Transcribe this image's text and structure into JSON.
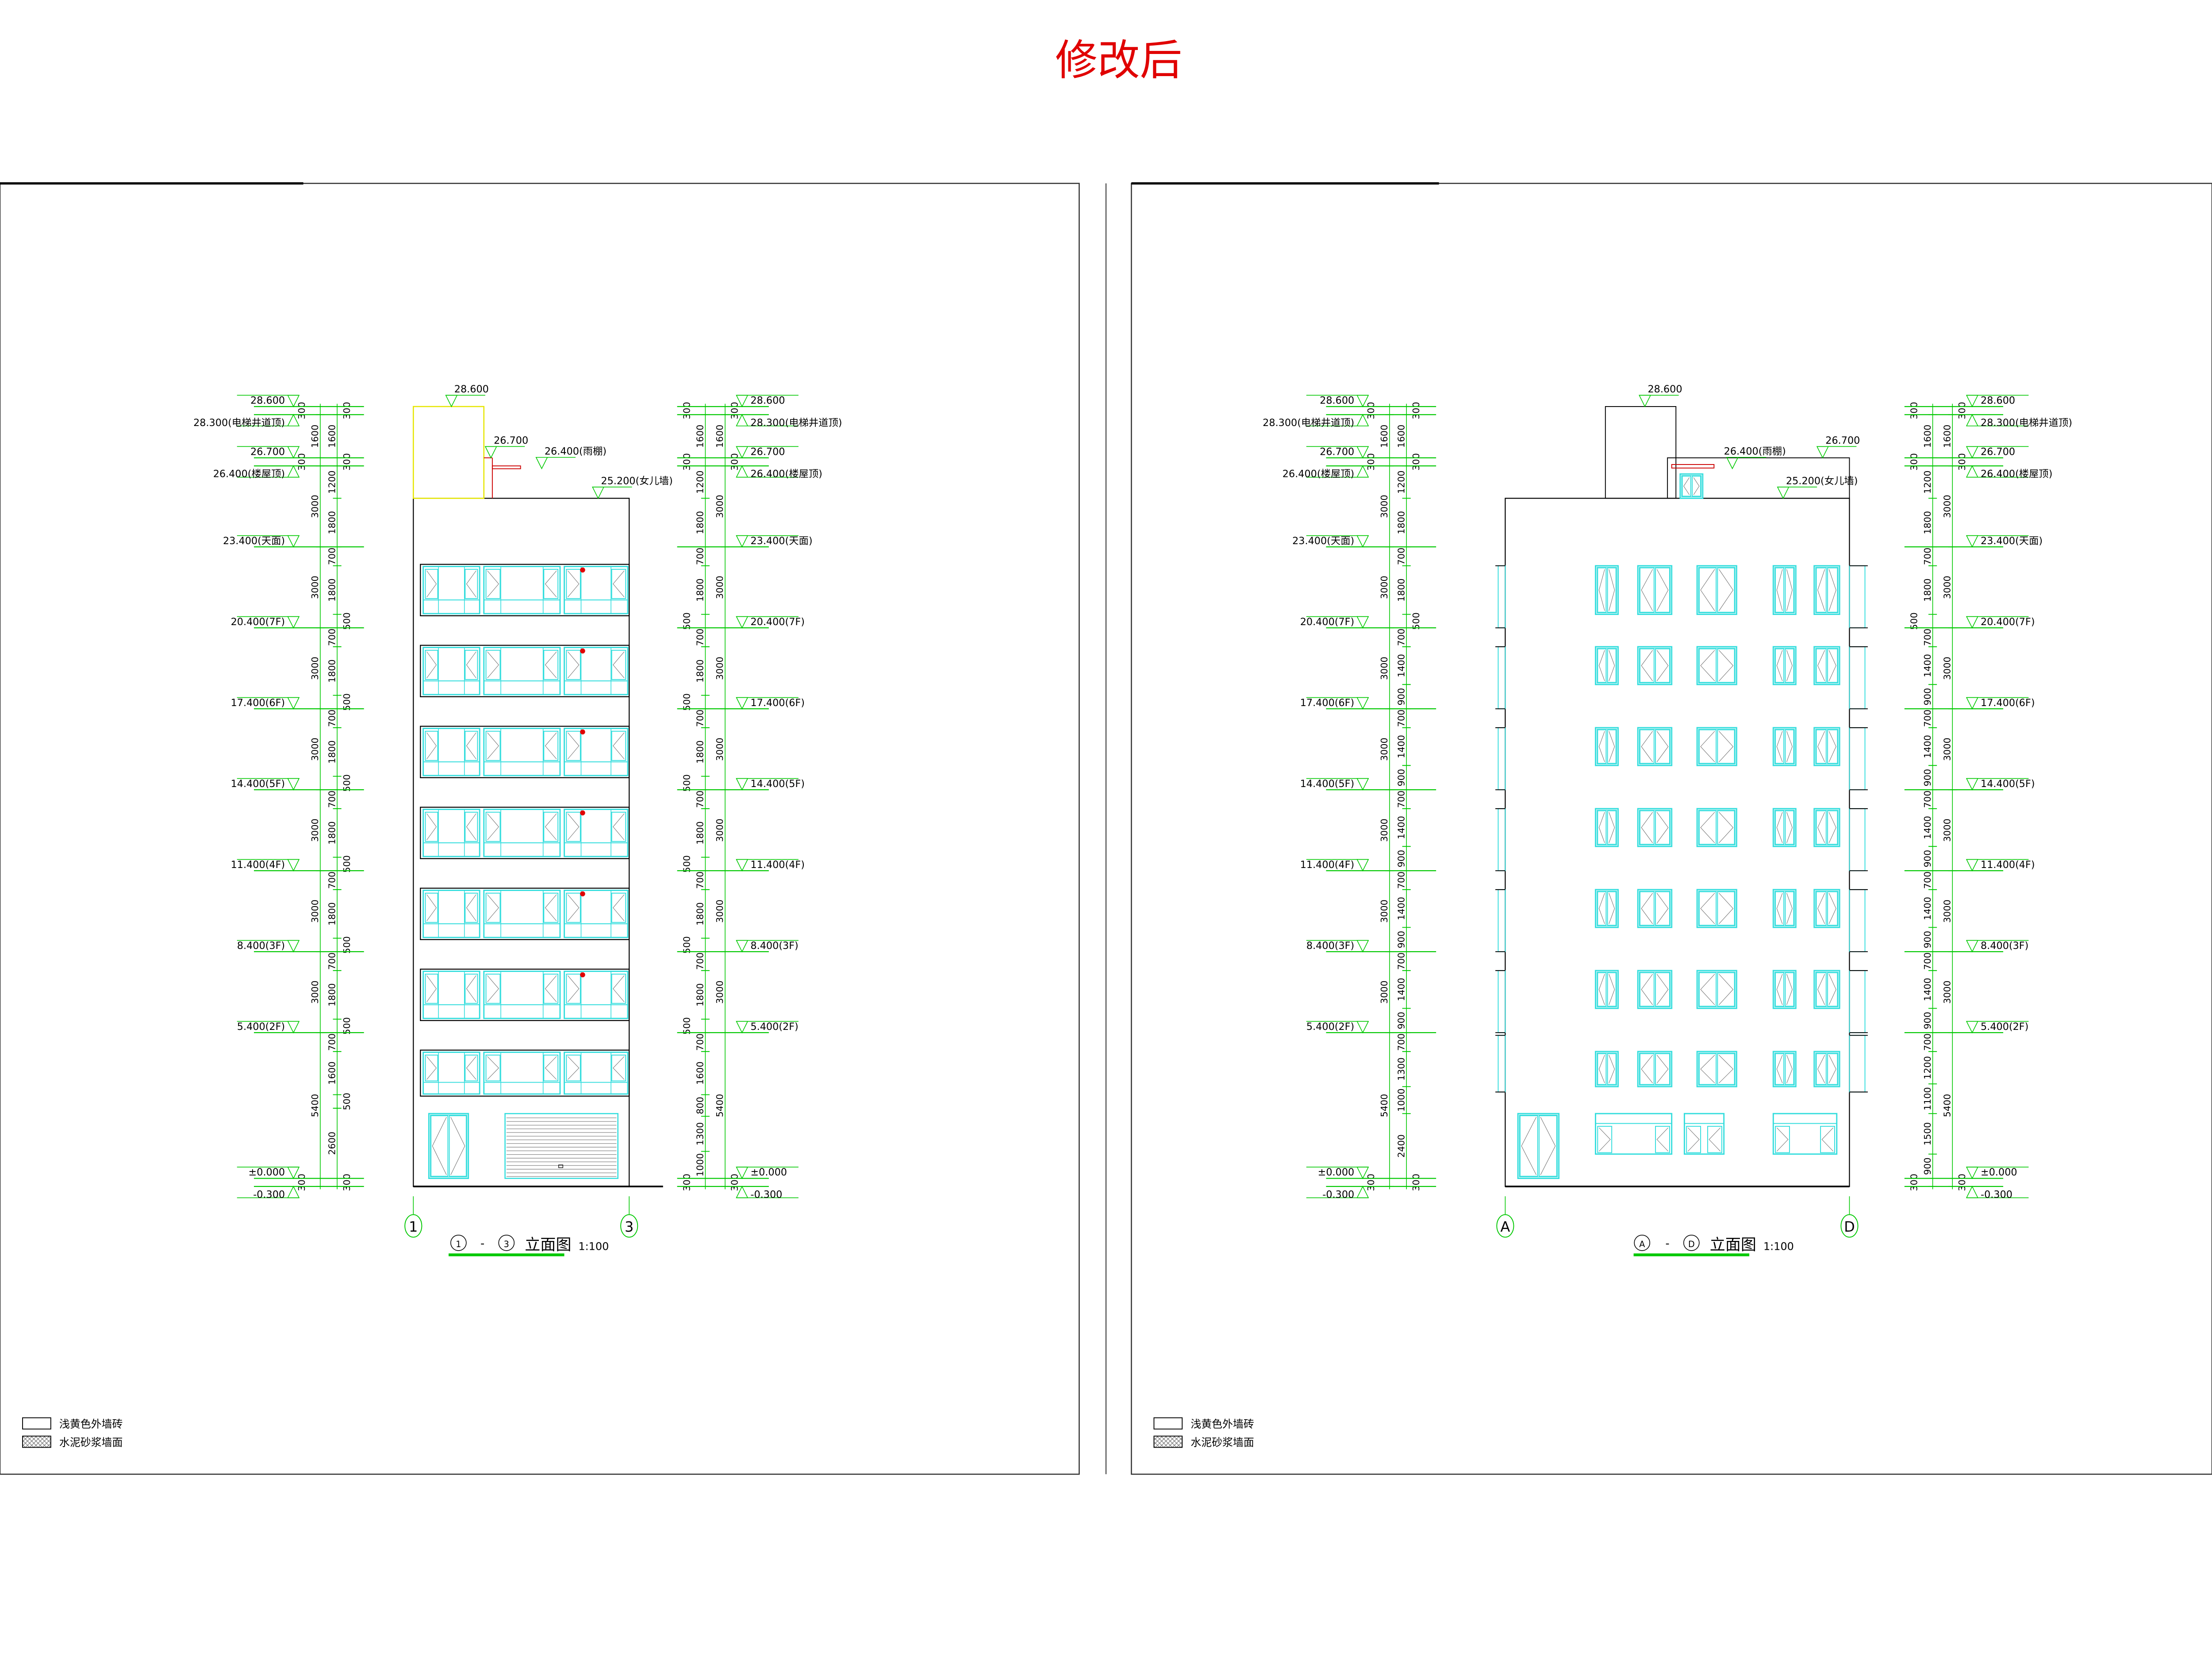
{
  "page_title": "修改后",
  "colors": {
    "title": "#e00000",
    "dim": "#00c800",
    "window": "#33dddd",
    "wall": "#000000",
    "tower": "#e6e600",
    "marker": "#e00000"
  },
  "legend": [
    {
      "swatch": "plain",
      "label": "浅黄色外墙砖"
    },
    {
      "swatch": "hatch",
      "label": "水泥砂浆墙面"
    }
  ],
  "drawings": [
    {
      "id": "elev-1-3",
      "title": {
        "from": "1",
        "to": "3",
        "dash": "-",
        "text": "立面图",
        "scale": "1:100"
      },
      "axes": [
        "1",
        "3"
      ],
      "levels_left": [
        {
          "label": "28.600",
          "e": 28.6
        },
        {
          "label": "28.300(电梯井道顶)",
          "e": 28.3,
          "below": true
        },
        {
          "label": "26.700",
          "e": 26.7
        },
        {
          "label": "26.400(楼屋顶)",
          "e": 26.4,
          "below": true
        },
        {
          "label": "23.400(天面)",
          "e": 23.4
        },
        {
          "label": "20.400(7F)",
          "e": 20.4
        },
        {
          "label": "17.400(6F)",
          "e": 17.4
        },
        {
          "label": "14.400(5F)",
          "e": 14.4
        },
        {
          "label": "11.400(4F)",
          "e": 11.4
        },
        {
          "label": "8.400(3F)",
          "e": 8.4
        },
        {
          "label": "5.400(2F)",
          "e": 5.4
        },
        {
          "label": "±0.000",
          "e": 0
        },
        {
          "label": "-0.300",
          "e": -0.3,
          "below": true
        }
      ],
      "levels_right": [
        {
          "label": "28.600",
          "e": 28.6
        },
        {
          "label": "28.300(电梯井道顶)",
          "e": 28.3,
          "below": true
        },
        {
          "label": "26.700",
          "e": 26.7
        },
        {
          "label": "26.400(楼屋顶)",
          "e": 26.4,
          "below": true
        },
        {
          "label": "23.400(天面)",
          "e": 23.4
        },
        {
          "label": "20.400(7F)",
          "e": 20.4
        },
        {
          "label": "17.400(6F)",
          "e": 17.4
        },
        {
          "label": "14.400(5F)",
          "e": 14.4
        },
        {
          "label": "11.400(4F)",
          "e": 11.4
        },
        {
          "label": "8.400(3F)",
          "e": 8.4
        },
        {
          "label": "5.400(2F)",
          "e": 5.4
        },
        {
          "label": "±0.000",
          "e": 0
        },
        {
          "label": "-0.300",
          "e": -0.3,
          "below": true
        }
      ],
      "roof_labels": [
        {
          "label": "28.600",
          "e": 28.6,
          "pos": "tower"
        },
        {
          "label": "26.700",
          "e": 26.7,
          "pos": "canopy-top"
        },
        {
          "label": "26.400(雨棚)",
          "e": 26.4,
          "pos": "canopy"
        },
        {
          "label": "25.200(女儿墙)",
          "e": 25.2,
          "pos": "parapet"
        }
      ],
      "dims": {
        "left_outer": [
          300,
          1600,
          300,
          3000,
          3000,
          3000,
          3000,
          3000,
          3000,
          3000,
          5400,
          300
        ],
        "left_inner": [
          300,
          1600,
          300,
          1200,
          1800,
          700,
          1800,
          500,
          700,
          1800,
          500,
          700,
          1800,
          500,
          700,
          1800,
          500,
          700,
          1800,
          500,
          700,
          1800,
          500,
          700,
          1600,
          500,
          2600,
          300
        ],
        "right_outer": [
          300,
          1600,
          300,
          1200,
          1800,
          700,
          1800,
          500,
          700,
          1800,
          500,
          700,
          1800,
          500,
          700,
          1800,
          500,
          700,
          1800,
          500,
          700,
          1800,
          500,
          700,
          1600,
          800,
          1300,
          1000,
          300
        ],
        "right_inner": [
          300,
          1600,
          300,
          3000,
          3000,
          3000,
          3000,
          3000,
          3000,
          3000,
          5400,
          300
        ]
      }
    },
    {
      "id": "elev-A-D",
      "title": {
        "from": "A",
        "to": "D",
        "dash": "-",
        "text": "立面图",
        "scale": "1:100"
      },
      "axes": [
        "A",
        "D"
      ],
      "levels_left": [
        {
          "label": "28.600",
          "e": 28.6
        },
        {
          "label": "28.300(电梯井道顶)",
          "e": 28.3,
          "below": true
        },
        {
          "label": "26.700",
          "e": 26.7
        },
        {
          "label": "26.400(楼屋顶)",
          "e": 26.4,
          "below": true
        },
        {
          "label": "23.400(天面)",
          "e": 23.4
        },
        {
          "label": "20.400(7F)",
          "e": 20.4
        },
        {
          "label": "17.400(6F)",
          "e": 17.4
        },
        {
          "label": "14.400(5F)",
          "e": 14.4
        },
        {
          "label": "11.400(4F)",
          "e": 11.4
        },
        {
          "label": "8.400(3F)",
          "e": 8.4
        },
        {
          "label": "5.400(2F)",
          "e": 5.4
        },
        {
          "label": "±0.000",
          "e": 0
        },
        {
          "label": "-0.300",
          "e": -0.3,
          "below": true
        }
      ],
      "levels_right": [
        {
          "label": "28.600",
          "e": 28.6
        },
        {
          "label": "28.300(电梯井道顶)",
          "e": 28.3,
          "below": true
        },
        {
          "label": "26.700",
          "e": 26.7
        },
        {
          "label": "26.400(楼屋顶)",
          "e": 26.4,
          "below": true
        },
        {
          "label": "23.400(天面)",
          "e": 23.4
        },
        {
          "label": "20.400(7F)",
          "e": 20.4
        },
        {
          "label": "17.400(6F)",
          "e": 17.4
        },
        {
          "label": "14.400(5F)",
          "e": 14.4
        },
        {
          "label": "11.400(4F)",
          "e": 11.4
        },
        {
          "label": "8.400(3F)",
          "e": 8.4
        },
        {
          "label": "5.400(2F)",
          "e": 5.4
        },
        {
          "label": "±0.000",
          "e": 0
        },
        {
          "label": "-0.300",
          "e": -0.3,
          "below": true
        }
      ],
      "roof_labels": [
        {
          "label": "28.600",
          "e": 28.6,
          "pos": "tower"
        },
        {
          "label": "26.400(雨棚)",
          "e": 26.4,
          "pos": "canopy"
        },
        {
          "label": "26.700",
          "e": 26.7,
          "pos": "canopy-top"
        },
        {
          "label": "25.200(女儿墙)",
          "e": 25.2,
          "pos": "parapet"
        }
      ],
      "dims": {
        "left_outer": [
          300,
          1600,
          300,
          3000,
          3000,
          3000,
          3000,
          3000,
          3000,
          3000,
          5400,
          300
        ],
        "left_inner": [
          300,
          1600,
          300,
          1200,
          1800,
          700,
          1800,
          500,
          700,
          1400,
          900,
          700,
          1400,
          900,
          700,
          1400,
          900,
          700,
          1400,
          900,
          700,
          1400,
          900,
          700,
          1300,
          1000,
          2400,
          300
        ],
        "right_outer": [
          300,
          1600,
          300,
          1200,
          1800,
          700,
          1800,
          500,
          700,
          1400,
          900,
          700,
          1400,
          900,
          700,
          1400,
          900,
          700,
          1400,
          900,
          700,
          1400,
          900,
          700,
          1200,
          1100,
          1500,
          900,
          300
        ],
        "right_inner": [
          300,
          1600,
          300,
          3000,
          3000,
          3000,
          3000,
          3000,
          3000,
          3000,
          5400,
          300
        ]
      }
    }
  ]
}
